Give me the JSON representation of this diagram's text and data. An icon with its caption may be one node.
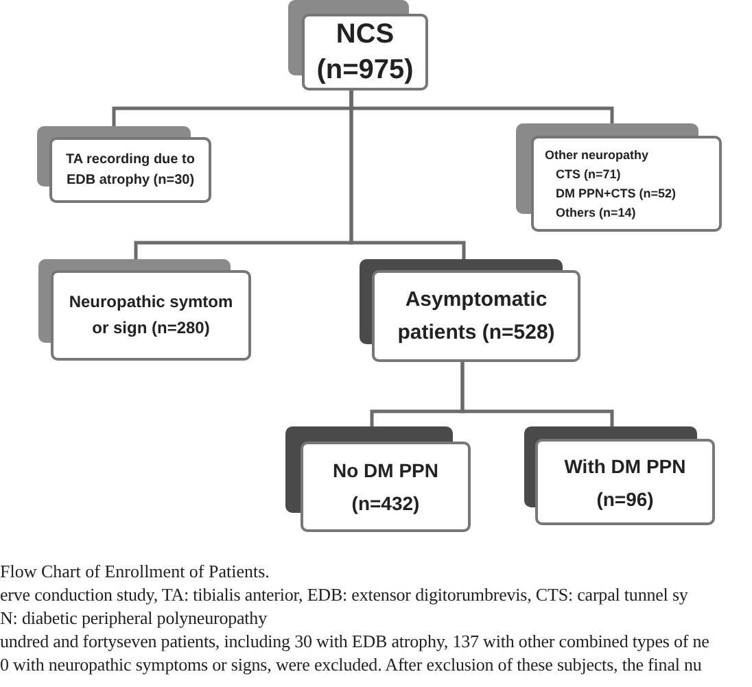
{
  "diagram": {
    "caption": "Flow Chart of Enrollment of Patients.",
    "nodes": [
      {
        "text": [
          "NCS (n=975)"
        ]
      },
      {
        "text": [
          "TA recording due to EDB atrophy (n=30)"
        ]
      },
      {
        "text": [
          "Other neuropathy",
          "CTS (n=71)",
          "DM PPN+CTS (n=52)",
          "Others (n=14)"
        ]
      },
      {
        "text": [
          "Neuropathic symtom or sign (n=280)"
        ]
      },
      {
        "text": [
          "Asymptomatic patients (n=528)"
        ]
      },
      {
        "text": [
          "No DM PPN (n=432)"
        ]
      },
      {
        "text": [
          "With DM PPN (n=96)"
        ]
      }
    ],
    "edges": [
      {
        "from": 0,
        "to": 1,
        "arrow": "none"
      },
      {
        "from": 0,
        "to": 2,
        "arrow": "none"
      },
      {
        "from": 0,
        "to": 3,
        "arrow": "none"
      },
      {
        "from": 0,
        "to": 4,
        "arrow": "none"
      },
      {
        "from": 4,
        "to": 5,
        "arrow": "none"
      },
      {
        "from": 4,
        "to": 6,
        "arrow": "none"
      }
    ],
    "labels": [
      "erve conduction study, TA: tibialis anterior, EDB: extensor digitorumbrevis, CTS: carpal tunnel sy",
      "N: diabetic peripheral polyneuropathy",
      "undred and fortyseven patients, including 30 with EDB atrophy, 137 with other combined types of ne",
      "0 with neuropathic symptoms or signs, were excluded. After exclusion of these subjects, the final nu"
    ]
  }
}
